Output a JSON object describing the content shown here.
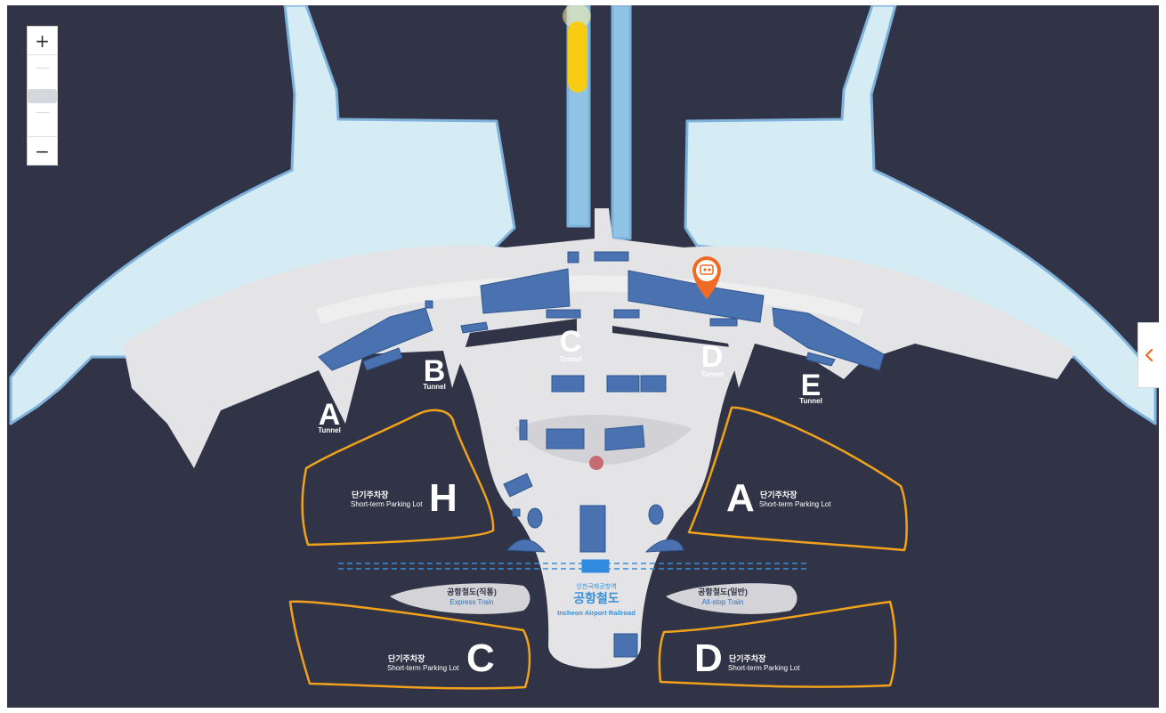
{
  "zoom": {
    "zoom_in_label": "+",
    "zoom_out_label": "−"
  },
  "tunnels": [
    {
      "letter": "A",
      "sub": "Tunnel"
    },
    {
      "letter": "B",
      "sub": "Tunnel"
    },
    {
      "letter": "C",
      "sub": "Tunnel"
    },
    {
      "letter": "D",
      "sub": "Tunnel"
    },
    {
      "letter": "E",
      "sub": "Tunnel"
    }
  ],
  "parking_lots": [
    {
      "letter": "H",
      "name_ko": "단기주차장",
      "name_en": "Short-term Parking Lot"
    },
    {
      "letter": "A",
      "name_ko": "단기주차장",
      "name_en": "Short-term Parking Lot"
    },
    {
      "letter": "C",
      "name_ko": "단기주차장",
      "name_en": "Short-term Parking Lot"
    },
    {
      "letter": "D",
      "name_ko": "단기주차장",
      "name_en": "Short-term Parking Lot"
    }
  ],
  "trains": {
    "express_ko": "공항철도(직통)",
    "express_en": "Express Train",
    "allstop_ko": "공항철도(일반)",
    "allstop_en": "All-stop Train"
  },
  "station": {
    "small_ko": "인천국제공항역",
    "big_ko": "공항철도",
    "en": "Incheon Airport Railroad"
  },
  "colors": {
    "background": "#313346",
    "airside": "#d6ecf5",
    "airside_outline": "#7fb2da",
    "landside": "#e4e4e6",
    "building_block": "#4a72b0",
    "parking_outline": "#f0a21b",
    "marker": "#ee6b26",
    "rail_dash": "#3a8fd6"
  },
  "icons": {
    "location_marker": "location-pin-icon",
    "side_toggle": "chevron-left-icon"
  }
}
